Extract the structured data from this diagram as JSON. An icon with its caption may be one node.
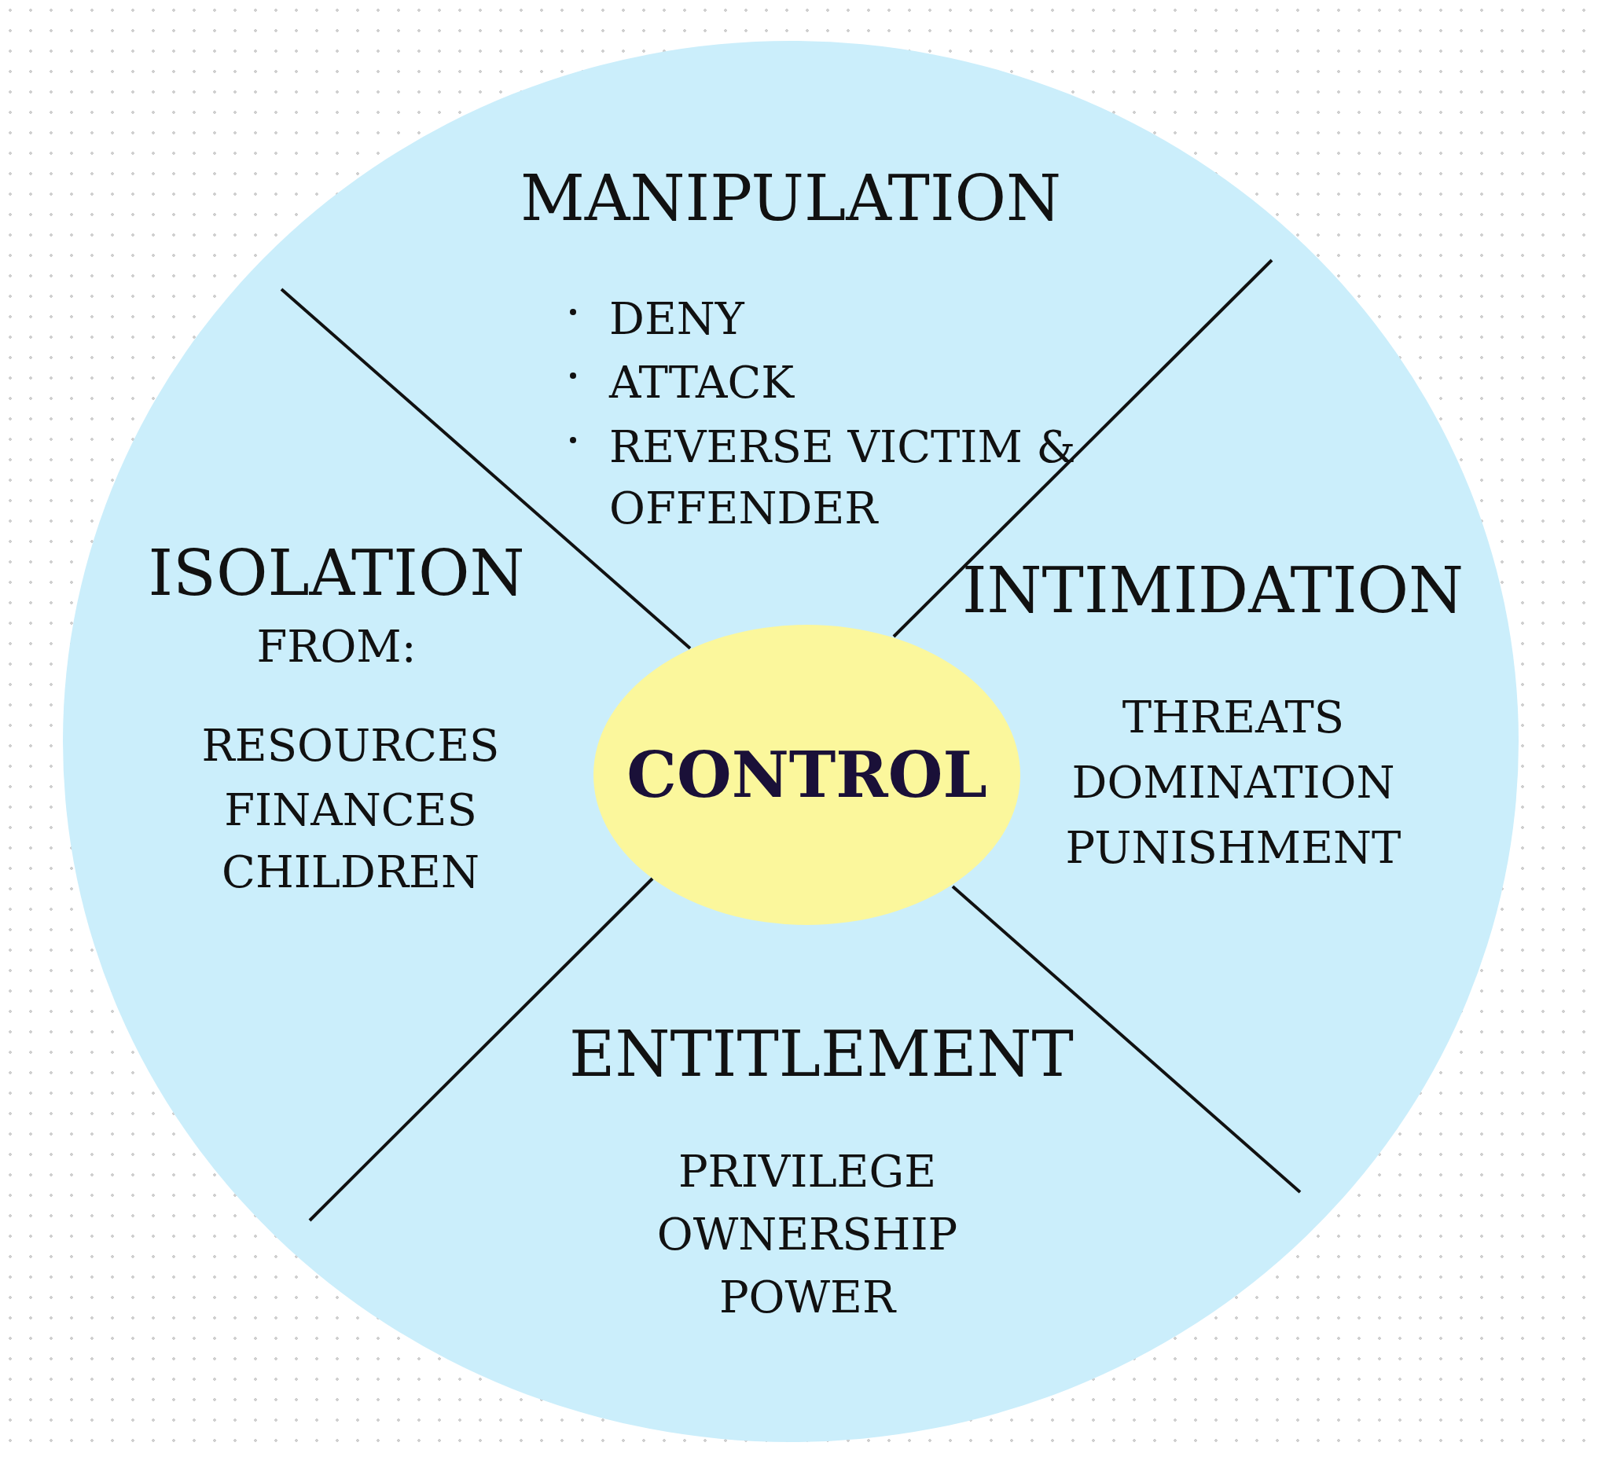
{
  "diagram": {
    "nodes": [
      {
        "text": [],
        "shape": "circle"
      },
      {
        "text": [
          "CONTROL"
        ],
        "in": 0
      }
    ],
    "edges": [],
    "labels": [
      "MANIPULATION",
      "DENY",
      "ATTACK",
      "REVERSE VICTIM & OFFENDER",
      "ISOLATION",
      "FROM:",
      "RESOURCES",
      "FINANCES",
      "CHILDREN",
      "INTIMIDATION",
      "THREATS",
      "DOMINATION",
      "PUNISHMENT",
      "ENTITLEMENT",
      "PRIVILEGE",
      "OWNERSHIP",
      "POWER"
    ]
  }
}
